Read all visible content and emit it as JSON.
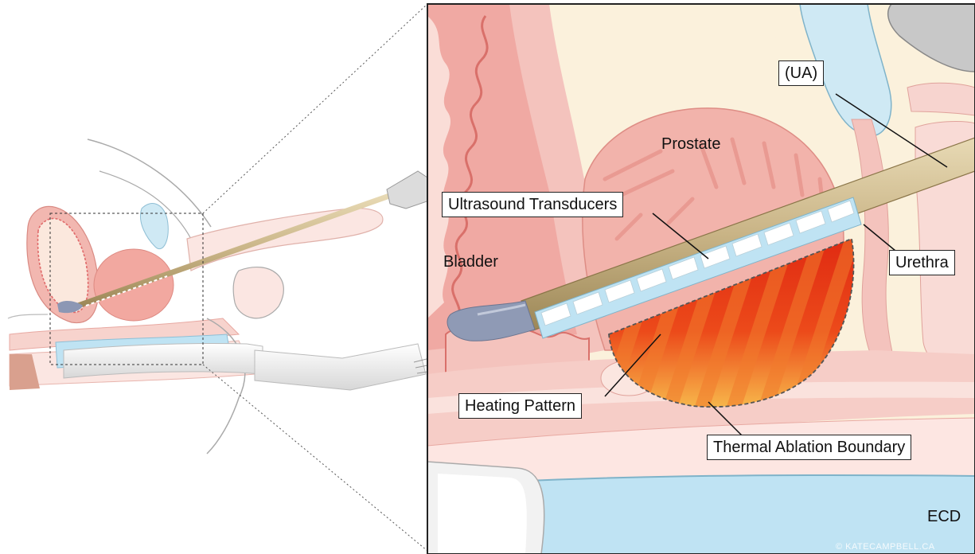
{
  "labels": {
    "ua": "(UA)",
    "prostate": "Prostate",
    "ultrasound_transducers": "Ultrasound Transducers",
    "bladder": "Bladder",
    "urethra": "Urethra",
    "heating_pattern": "Heating Pattern",
    "thermal_ablation_boundary": "Thermal Ablation Boundary",
    "ecd": "ECD"
  },
  "watermark": "© KATECAMPBELL.CA",
  "colors": {
    "tissue_pink": "#f4c6c0",
    "tissue_dark": "#e79a94",
    "background_cream": "#fbf1dc",
    "applicator_gold": "#c9b486",
    "transducer_blue": "#bfe3f3",
    "heat_red": "#e8361b",
    "heat_orange": "#f5a030",
    "ecd_blue": "#a9d8ee",
    "probe_grey": "#9aa2b8"
  }
}
